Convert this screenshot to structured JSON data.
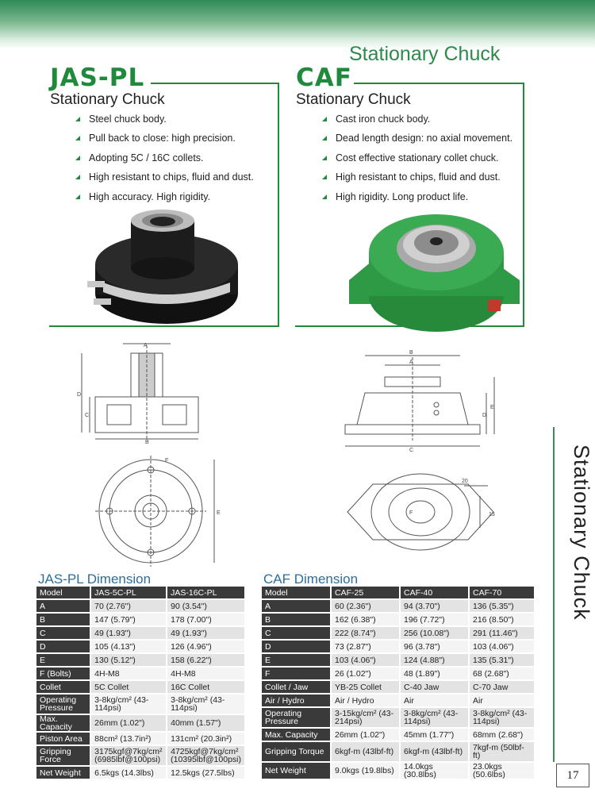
{
  "header": {
    "title": "Stationary Chuck"
  },
  "jas": {
    "title": "JAS-PL",
    "subtitle": "Stationary Chuck",
    "features": [
      "Steel chuck body.",
      "Pull back to close: high precision.",
      "Adopting 5C / 16C collets.",
      "High resistant to chips, fluid and dust.",
      "High accuracy. High rigidity."
    ],
    "dim_title": "JAS-PL Dimension",
    "table": {
      "headers": [
        "Model",
        "JAS-5C-PL",
        "JAS-16C-PL"
      ],
      "rows": [
        {
          "label": "A",
          "v1": "70 (2.76\")",
          "v2": "90 (3.54\")"
        },
        {
          "label": "B",
          "v1": "147 (5.79\")",
          "v2": "178 (7.00\")"
        },
        {
          "label": "C",
          "v1": "49 (1.93\")",
          "v2": "49 (1.93\")"
        },
        {
          "label": "D",
          "v1": "105 (4.13\")",
          "v2": "126 (4.96\")"
        },
        {
          "label": "E",
          "v1": "130 (5.12\")",
          "v2": "158 (6.22\")"
        },
        {
          "label": "F (Bolts)",
          "v1": "4H-M8",
          "v2": "4H-M8"
        },
        {
          "label": "Collet",
          "v1": "5C Collet",
          "v2": "16C Collet"
        },
        {
          "label": "Operating Pressure",
          "v1": "3-8kg/cm² (43-114psi)",
          "v2": "3-8kg/cm² (43-114psi)"
        },
        {
          "label": "Max. Capacity",
          "v1": "26mm (1.02\")",
          "v2": "40mm (1.57\")"
        },
        {
          "label": "Piston Area",
          "v1": "88cm² (13.7in²)",
          "v2": "131cm² (20.3in²)"
        },
        {
          "label": "Gripping Force",
          "v1": "3175kgf@7kg/cm² (6985lbf@100psi)",
          "v2": "4725kgf@7kg/cm² (10395lbf@100psi)"
        },
        {
          "label": "Net Weight",
          "v1": "6.5kgs (14.3lbs)",
          "v2": "12.5kgs (27.5lbs)"
        }
      ]
    }
  },
  "caf": {
    "title": "CAF",
    "subtitle": "Stationary Chuck",
    "features": [
      "Cast iron chuck body.",
      "Dead length design: no axial movement.",
      "Cost effective stationary collet chuck.",
      "High resistant to chips, fluid and dust.",
      "High rigidity. Long product life."
    ],
    "dim_title": "CAF Dimension",
    "table": {
      "headers": [
        "Model",
        "CAF-25",
        "CAF-40",
        "CAF-70"
      ],
      "rows": [
        {
          "label": "A",
          "v1": "60 (2.36\")",
          "v2": "94 (3.70\")",
          "v3": "136 (5.35\")"
        },
        {
          "label": "B",
          "v1": "162 (6.38\")",
          "v2": "196 (7.72\")",
          "v3": "216 (8.50\")"
        },
        {
          "label": "C",
          "v1": "222 (8.74\")",
          "v2": "256 (10.08\")",
          "v3": "291 (11.46\")"
        },
        {
          "label": "D",
          "v1": "73 (2.87\")",
          "v2": "96 (3.78\")",
          "v3": "103 (4.06\")"
        },
        {
          "label": "E",
          "v1": "103 (4.06\")",
          "v2": "124 (4.88\")",
          "v3": "135 (5.31\")"
        },
        {
          "label": "F",
          "v1": "26 (1.02\")",
          "v2": "48 (1.89\")",
          "v3": "68 (2.68\")"
        },
        {
          "label": "Collet / Jaw",
          "v1": "YB-25 Collet",
          "v2": "C-40 Jaw",
          "v3": "C-70 Jaw"
        },
        {
          "label": "Air / Hydro",
          "v1": "Air / Hydro",
          "v2": "Air",
          "v3": "Air"
        },
        {
          "label": "Operating Pressure",
          "v1": "3-15kg/cm² (43-214psi)",
          "v2": "3-8kg/cm² (43-114psi)",
          "v3": "3-8kg/cm² (43-114psi)"
        },
        {
          "label": "Max. Capacity",
          "v1": "26mm (1.02\")",
          "v2": "45mm (1.77\")",
          "v3": "68mm (2.68\")"
        },
        {
          "label": "Gripping Torque",
          "v1": "6kgf-m (43lbf-ft)",
          "v2": "6kgf-m (43lbf-ft)",
          "v3": "7kgf-m (50lbf-ft)"
        },
        {
          "label": "Net Weight",
          "v1": "9.0kgs (19.8lbs)",
          "v2": "14.0kgs (30.8lbs)",
          "v3": "23.0kgs (50.6lbs)"
        }
      ]
    }
  },
  "drawing_labels": {
    "jas_front": [
      "A",
      "B",
      "C",
      "D"
    ],
    "jas_top": [
      "E",
      "F"
    ],
    "caf_front": [
      "A",
      "B",
      "C",
      "D",
      "E"
    ],
    "caf_top": [
      "20",
      "13",
      "F"
    ]
  },
  "side_label": "Stationary Chuck",
  "page_number": "17",
  "colors": {
    "accent_green": "#1f8a3c",
    "chuck_green": "#2f9a45",
    "table_dark": "#3a3a3a",
    "dim_title_blue": "#2c6e9c"
  }
}
